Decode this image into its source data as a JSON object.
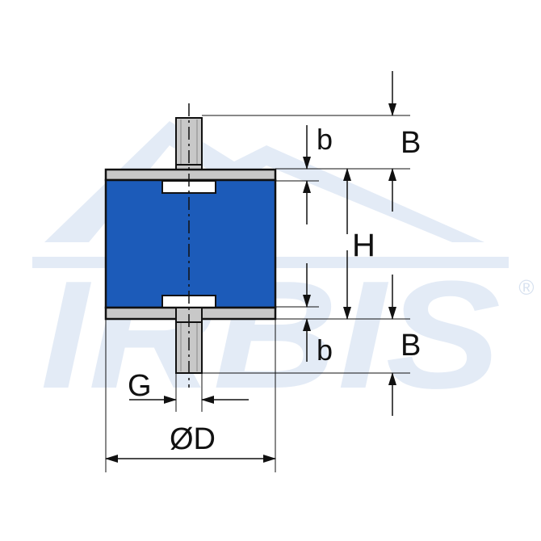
{
  "watermark": {
    "brand": "IRBIS",
    "registered": "®",
    "color": "#e3ebf6"
  },
  "colors": {
    "rubber": "#1c5bb9",
    "metal": "#c8c8c8",
    "line": "#111111"
  },
  "labels": {
    "b_top": "b",
    "b_bottom": "b",
    "B_top": "B",
    "B_bottom": "B",
    "H": "H",
    "G": "G",
    "D": "ØD"
  }
}
